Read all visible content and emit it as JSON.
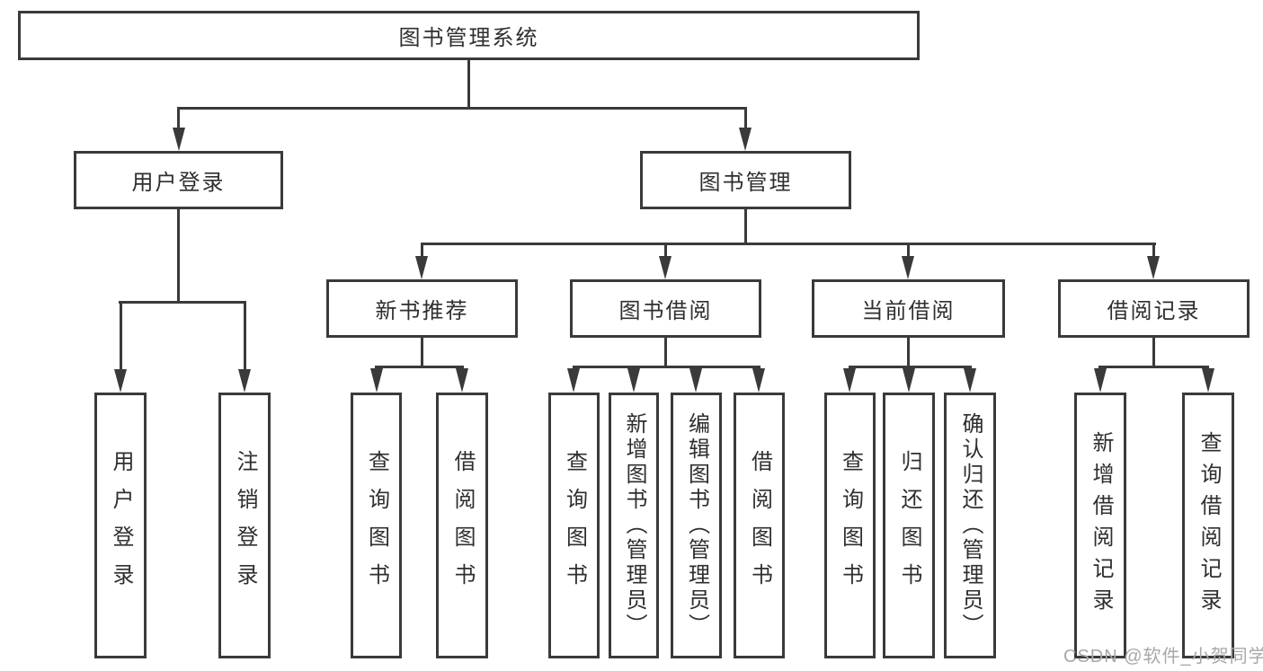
{
  "title": "图书管理系统",
  "level2": [
    {
      "label": "用户登录"
    },
    {
      "label": "图书管理"
    }
  ],
  "level3": [
    {
      "label": "新书推荐"
    },
    {
      "label": "图书借阅"
    },
    {
      "label": "当前借阅"
    },
    {
      "label": "借阅记录"
    }
  ],
  "leaves": [
    {
      "label": "用户登录"
    },
    {
      "label": "注销登录"
    },
    {
      "label": "查询图书"
    },
    {
      "label": "借阅图书"
    },
    {
      "label": "查询图书"
    },
    {
      "label": "新增图书（管理员）"
    },
    {
      "label": "编辑图书（管理员）"
    },
    {
      "label": "借阅图书"
    },
    {
      "label": "查询图书"
    },
    {
      "label": "归还图书"
    },
    {
      "label": "确认归还（管理员）"
    },
    {
      "label": "新增借阅记录"
    },
    {
      "label": "查询借阅记录"
    }
  ],
  "watermark": "CSDN @软件_小贺同学",
  "colors": {
    "line": "#3a3a3a",
    "text": "#2f2f2f",
    "background": "#ffffff",
    "watermark": "#a8a8a8"
  }
}
